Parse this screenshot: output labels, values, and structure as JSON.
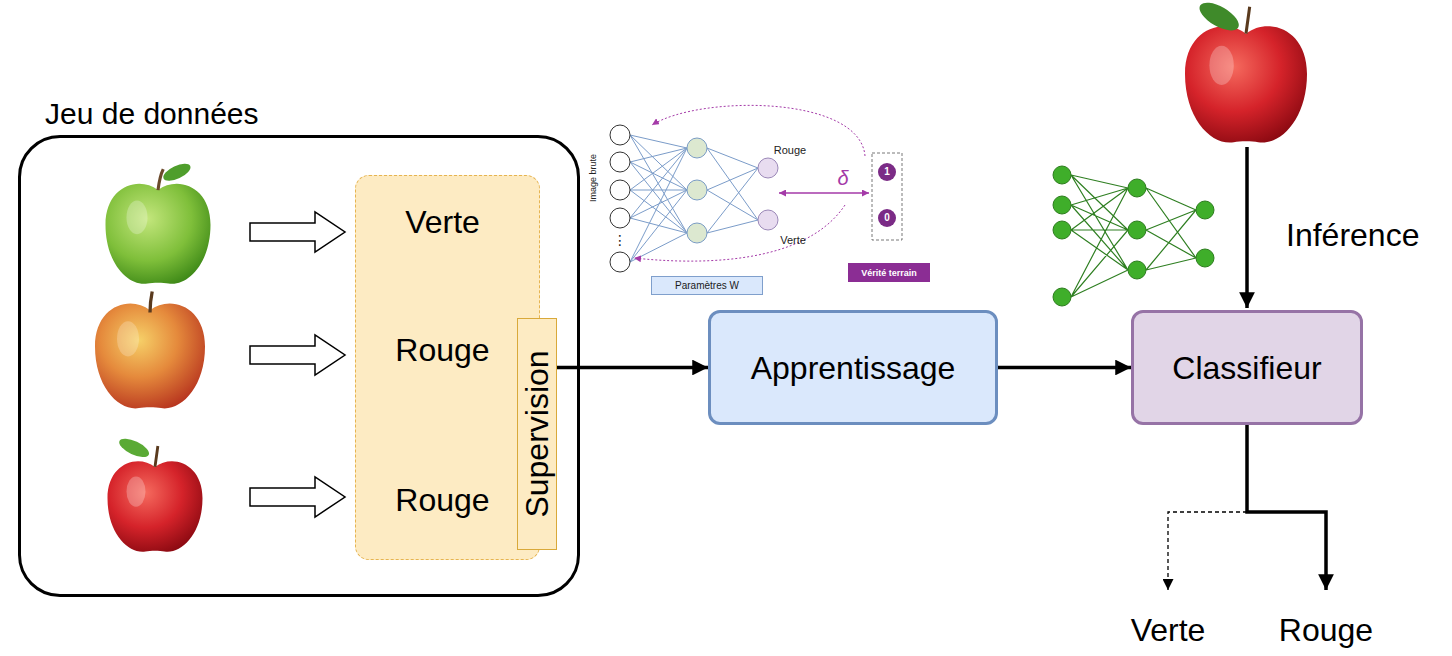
{
  "diagram": {
    "nodes": [
      {
        "text": [
          "Jeu de données"
        ]
      },
      {
        "text": [
          "Verte",
          "Rouge",
          "Rouge"
        ],
        "in": 0
      },
      {
        "text": [
          "Supervision"
        ],
        "in": 1
      },
      {
        "text": [
          "Paramètres W"
        ]
      },
      {
        "text": [
          "1"
        ]
      },
      {
        "text": [
          "0"
        ]
      },
      {
        "text": [
          "Vérité terrain"
        ]
      },
      {
        "text": [
          "Apprentissage"
        ]
      },
      {
        "text": [
          "Classifieur"
        ]
      }
    ],
    "edges": [
      {
        "from": 2,
        "to": 7,
        "arrow": "to"
      },
      {
        "from": 7,
        "to": 8,
        "arrow": "to"
      }
    ],
    "labels": [
      "Image brute",
      "⋮",
      "Rouge",
      "Verte",
      "δ",
      "Inférence",
      "Verte",
      "Rouge"
    ]
  }
}
